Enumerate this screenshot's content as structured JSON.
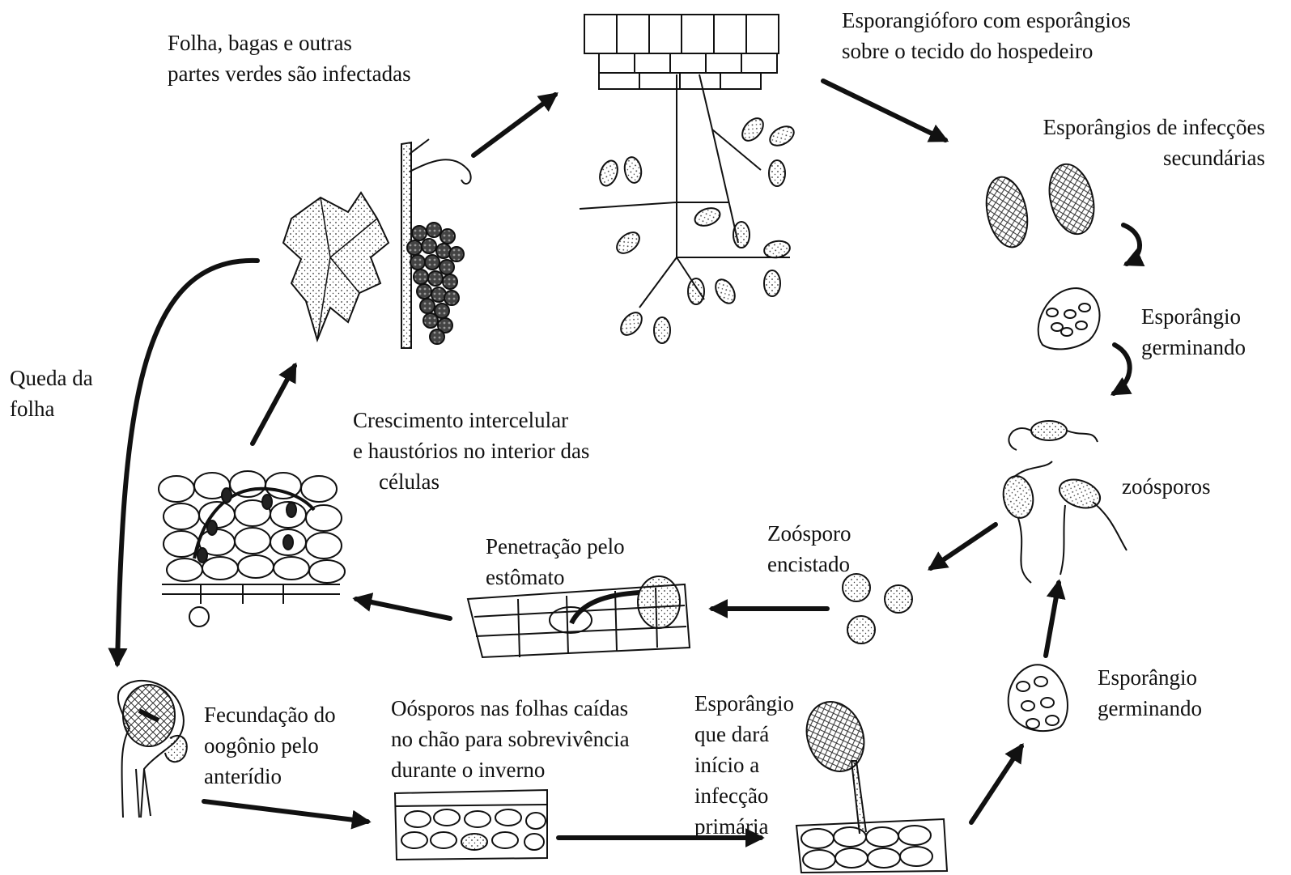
{
  "labels": {
    "infected_parts": [
      "Folha, bagas e outras",
      "partes verdes são infectadas"
    ],
    "sporangiophore": [
      "Esporangióforo com esporângios",
      "sobre o tecido do hospedeiro"
    ],
    "secondary_sporangia": [
      "Esporângios de infecções",
      "secundárias"
    ],
    "germinating_sporangium_top": [
      "Esporângio",
      "germinando"
    ],
    "zoospores": "zoósporos",
    "encysted_zoospore": [
      "Zoósporo",
      "encistado"
    ],
    "stomata_penetration": [
      "Penetração pelo",
      "estômato"
    ],
    "intercellular_growth": [
      "Crescimento intercelular",
      "e haustórios no interior das",
      "células"
    ],
    "leaf_fall": [
      "Queda da",
      "folha"
    ],
    "fertilization": [
      "Fecundação do",
      "oogônio pelo",
      "anterídio"
    ],
    "oospores": [
      "Oósporos nas folhas caídas",
      "no chão para sobrevivência",
      "durante o inverno"
    ],
    "primary_sporangium": [
      "Esporângio",
      "que dará",
      "início a",
      "infecção",
      "primária"
    ],
    "germinating_sporangium_bottom": [
      "Esporângio",
      "germinando"
    ]
  },
  "colors": {
    "ink": "#111111",
    "background": "#ffffff"
  }
}
